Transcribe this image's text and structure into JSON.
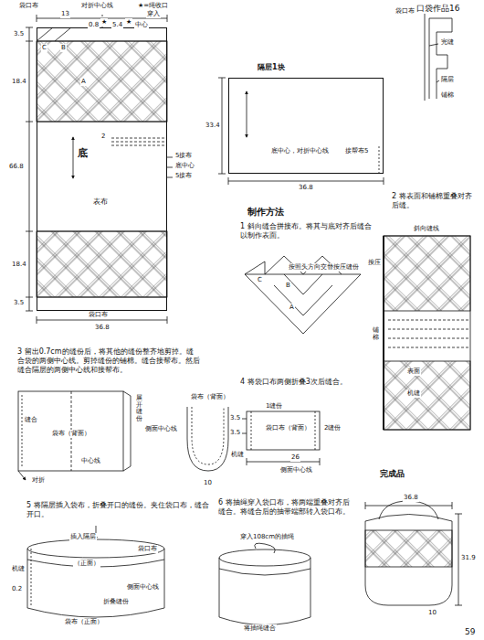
{
  "diagram": {
    "nodes": [
      {
        "text": [
          "底",
          "表布"
        ]
      },
      {
        "text": [
          "隔层1块",
          "底中心，对折中心线",
          "接帮布5"
        ]
      }
    ],
    "labels": [
      "口袋作品16",
      "袋口布",
      "对折中心线",
      "★=绳收口",
      "13",
      "穿入",
      "3.5",
      "0.8",
      "★",
      "5.4",
      "★",
      "中心",
      "C",
      "B",
      "A",
      "18.4",
      "2",
      "66.8",
      "5接布",
      "底中心",
      "5接布",
      "18.4",
      "3.5",
      "袋口布",
      "36.8",
      "33.4",
      "36.8",
      "袋口布",
      "完缝",
      "隔层",
      "铺棉",
      "制作方法",
      "1 斜向缝合拼接布。将其与底对齐后缝合以制作表面。",
      "按照头方向交替按压缝份",
      "C",
      "B",
      "A",
      "2 将表面和铺棉重叠对齐后缝。",
      "斜向缝线",
      "按压",
      "铺棉",
      "表面",
      "机缝",
      "3 留出0.7cm的缝份后，将其他的缝份整齐地剪掉。缝合袋的两侧中心线。剪掉缝份的铺棉。缝合接帮布。然后缝合隔层的两侧中心线和接帮布。",
      "展开缝份",
      "缝合",
      "袋布（背面）",
      "中心线",
      "对折",
      "袋布（背面）",
      "侧面中心线",
      "10",
      "4 将袋口布两侧折叠3次后缝合。",
      "1缝份",
      "3.5",
      "3.5",
      "袋口布（背面）",
      "2缝份",
      "机缝",
      "26",
      "侧面中心线",
      "完成品",
      "36.8",
      "31.9",
      "10",
      "5 将隔层插入袋布，折叠开口的缝份。夹住袋口布，缝合开口。",
      "插入隔层",
      "袋口布",
      "（正面）",
      "机缝",
      "0.2",
      "折叠缝份",
      "侧面中心线",
      "袋布（正面）",
      "6 将抽绳穿入袋口布，将两端重叠对齐后缝合。将缝合后的抽带端部转入袋口布。",
      "穿入108cm的抽绳",
      "将抽绳缝合",
      "59"
    ]
  }
}
